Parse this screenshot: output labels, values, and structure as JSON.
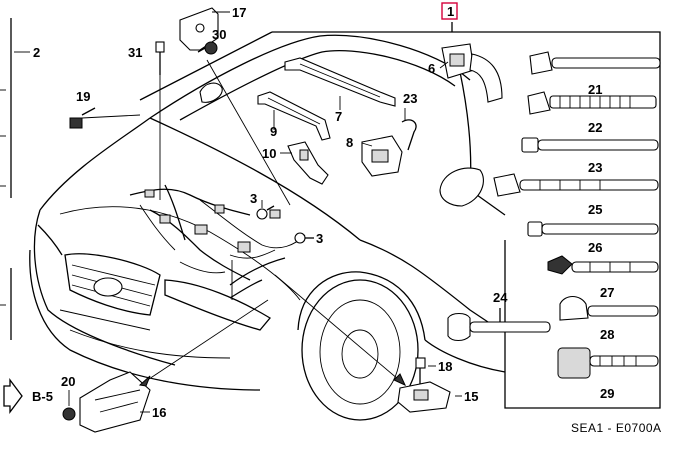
{
  "diagram": {
    "callouts": {
      "c1": "1",
      "c2": "2",
      "c3a": "3",
      "c3b": "3",
      "c6": "6",
      "c7": "7",
      "c8": "8",
      "c9": "9",
      "c10": "10",
      "c15": "15",
      "c16": "16",
      "c17": "17",
      "c18": "18",
      "c19": "19",
      "c20": "20",
      "c21": "21",
      "c22": "22",
      "c23a": "23",
      "c23b": "23",
      "c24": "24",
      "c25": "25",
      "c26": "26",
      "c27": "27",
      "c28": "28",
      "c29": "29",
      "c30": "30",
      "c31": "31"
    },
    "reference": "B-5",
    "code": "SEA1 - E0700A",
    "colors": {
      "line": "#000000",
      "highlight": "#d4003a",
      "background": "#ffffff"
    }
  }
}
